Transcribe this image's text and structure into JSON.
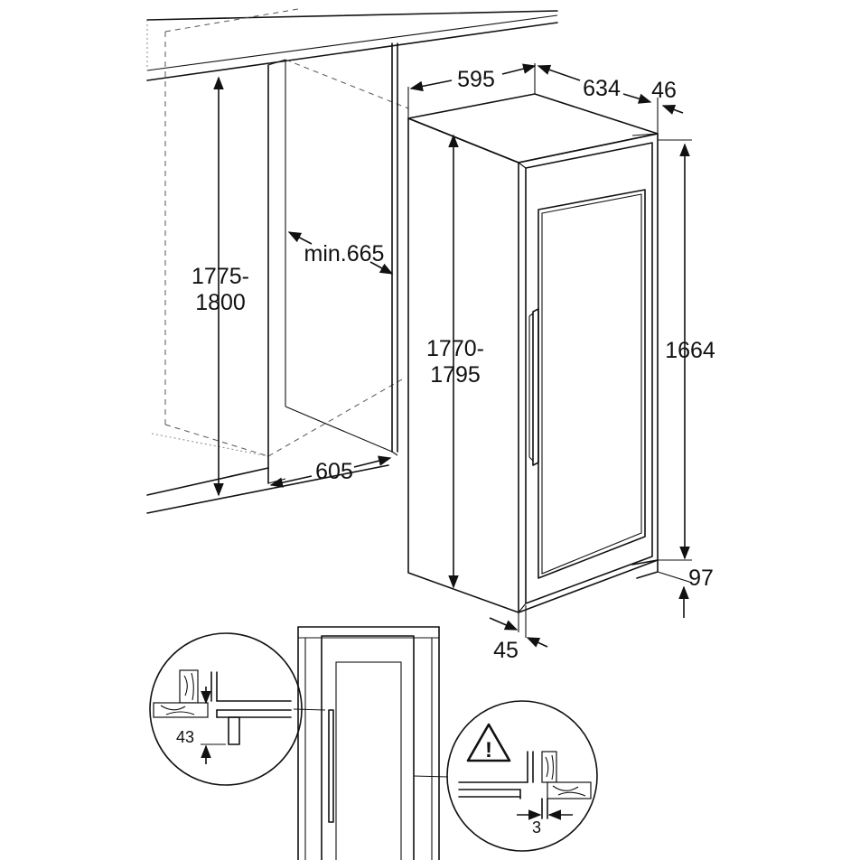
{
  "dimensions": {
    "niche_height": [
      "1775-",
      "1800"
    ],
    "niche_depth_min": "min.665",
    "niche_width": "605",
    "unit_width": "595",
    "unit_depth": "634",
    "door_depth": "46",
    "unit_height": [
      "1770-",
      "1795"
    ],
    "body_height": "1664",
    "plinth_height": "97",
    "bottom_offset": "45"
  },
  "details": {
    "left_gap": "43",
    "right_gap": "3",
    "warning_symbol": "!"
  },
  "icons": {
    "warning": "warning-triangle-icon"
  }
}
